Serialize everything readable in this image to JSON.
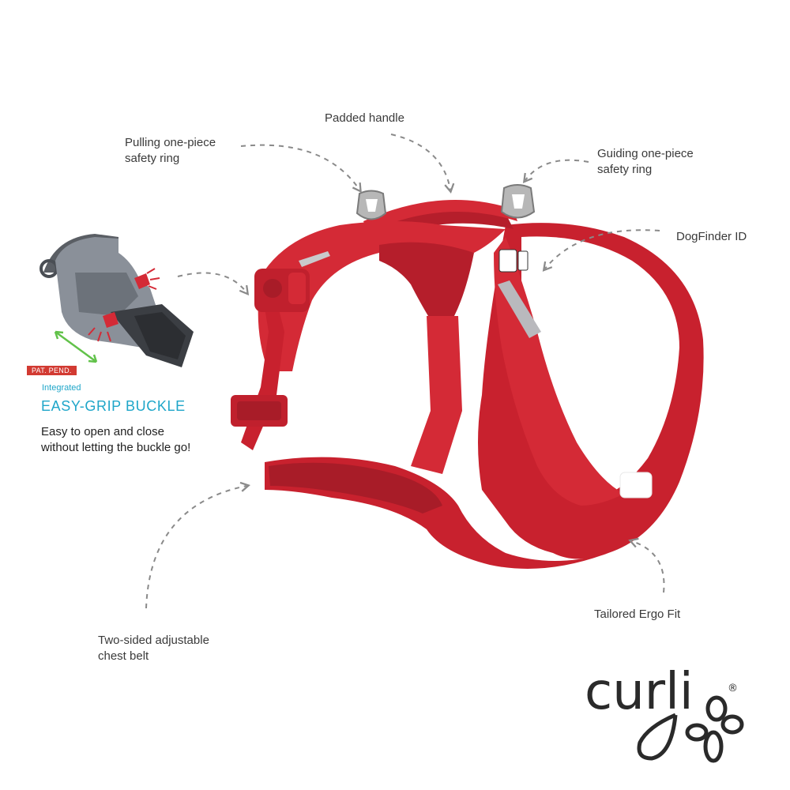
{
  "callouts": {
    "padded_handle": "Padded handle",
    "pulling_ring": "Pulling one-piece\nsafety ring",
    "guiding_ring": "Guiding one-piece\nsafety ring",
    "dogfinder": "DogFinder ID",
    "tailored_fit": "Tailored Ergo Fit",
    "chest_belt": "Two-sided adjustable\nchest belt"
  },
  "buckle": {
    "badge": "PAT. PEND.",
    "tagline": "Integrated",
    "title": "EASY-GRIP BUCKLE",
    "description": "Easy to open and close\nwithout letting the buckle go!"
  },
  "brand": {
    "logo_text": "curli",
    "registered_mark": "®"
  },
  "colors": {
    "harness_red": "#d42a36",
    "accent_cyan": "#1fa6c9",
    "badge_red": "#d23a32",
    "arrow_gray": "#8a8a8a"
  }
}
